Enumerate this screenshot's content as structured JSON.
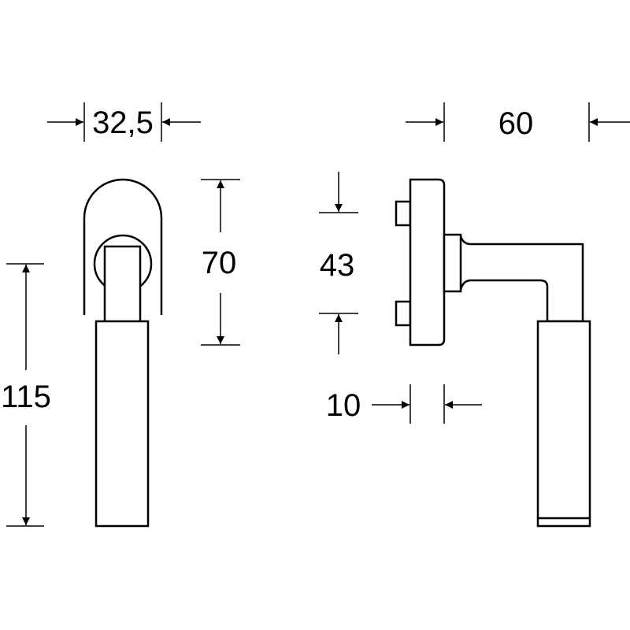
{
  "dimensions": {
    "width_front": "32,5",
    "height_rosette": "70",
    "total_length": "115",
    "projection": "60",
    "spindle_spacing": "43",
    "rosette_thickness": "10"
  },
  "colors": {
    "line": "#000000",
    "background": "#ffffff"
  }
}
